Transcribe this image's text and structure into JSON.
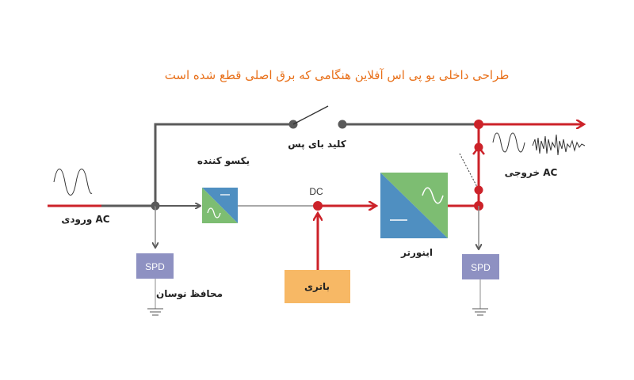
{
  "title": "طراحی داخلی یو پی اس آفلاین هنگامی که برق اصلی قطع شده است",
  "labels": {
    "ac_input": "ورودی AC",
    "ac_output": "خروجی AC",
    "bypass_switch": "کلید بای پس",
    "rectifier": "یکسو کننده",
    "dc_bus": "DC",
    "inverter": "اینورتر",
    "battery": "باتری",
    "surge_protector": "محافظ نوسان",
    "spd_input": "SPD",
    "spd_output": "SPD"
  },
  "colors": {
    "title": "#e8701a",
    "active_path": "#cc2229",
    "inactive_path": "#5a5a5a",
    "thin_wire": "#8c8c8c",
    "spd_box": "#8e91c2",
    "battery_box": "#f7b865",
    "converter_green": "#7dbd72",
    "converter_blue": "#4f8fc1"
  },
  "icons": [
    "sine-wave-icon",
    "noisy-wave-icon",
    "ground-icon",
    "switch-icon"
  ]
}
